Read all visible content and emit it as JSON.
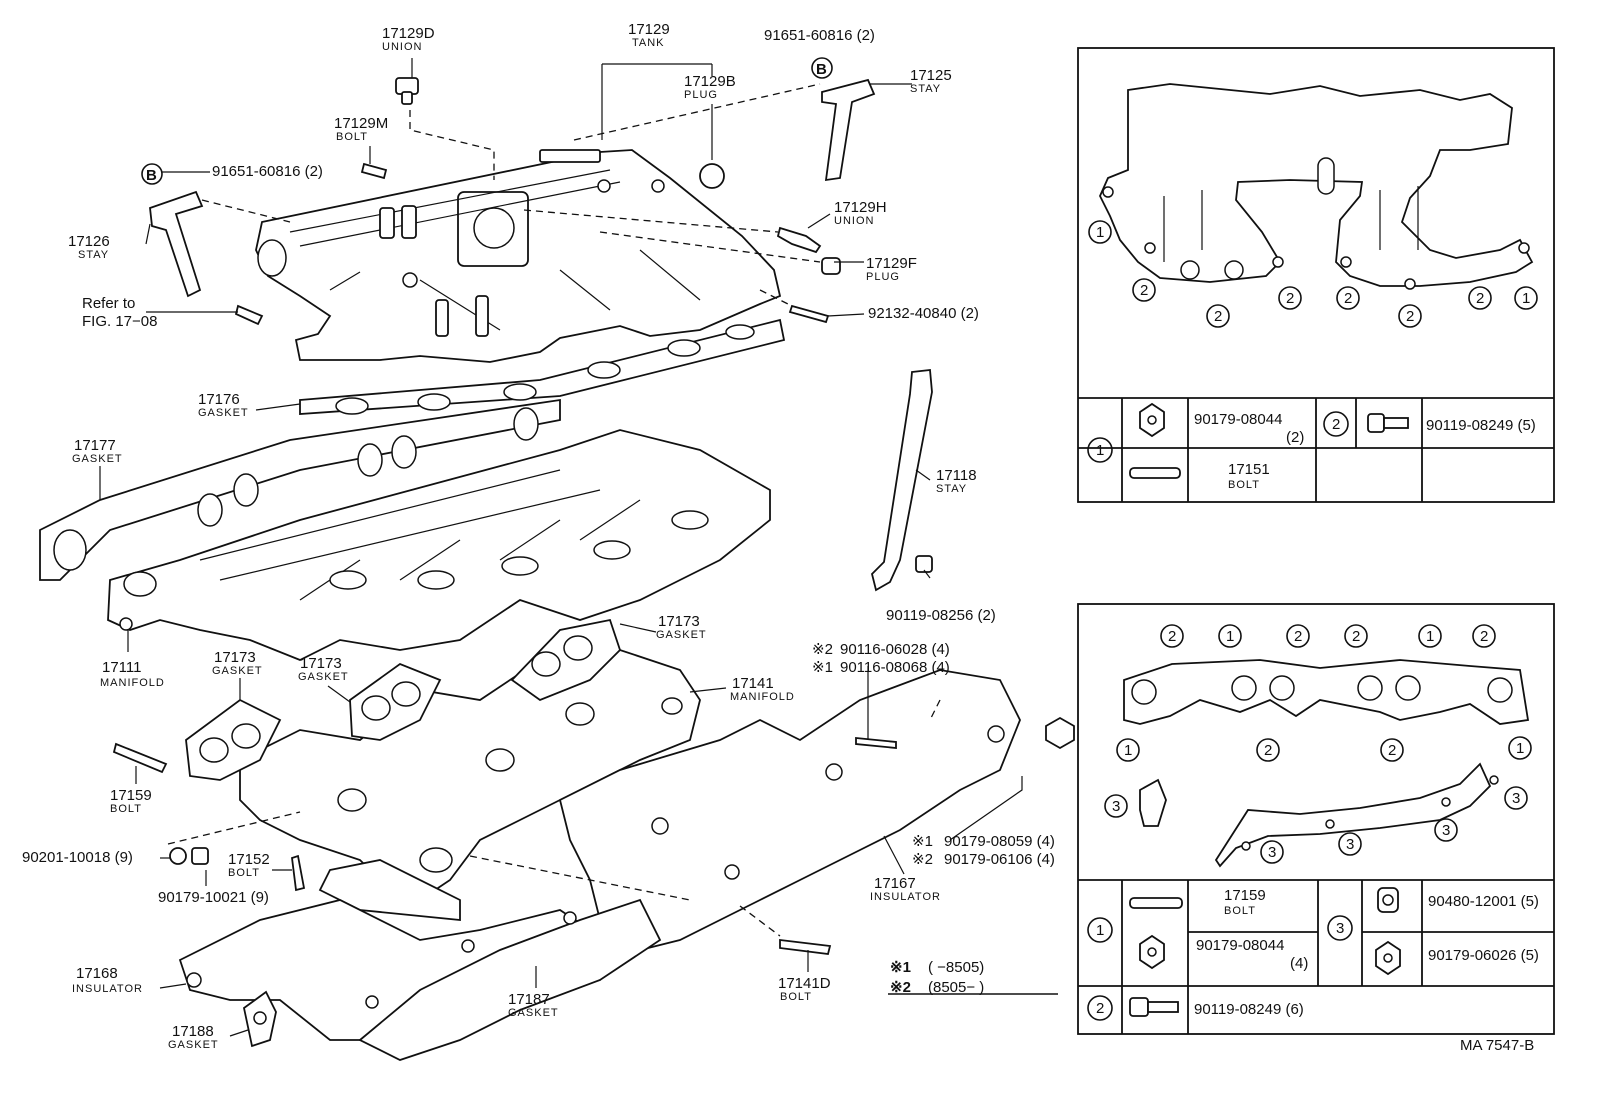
{
  "title_code": "MA 7547-B",
  "callouts": {
    "union_17129d": {
      "number": "17129D",
      "name": "UNION"
    },
    "tank_17129": {
      "number": "17129",
      "name": "TANK"
    },
    "plug_17129b": {
      "number": "17129B",
      "name": "PLUG"
    },
    "bolt_17129m": {
      "number": "17129M",
      "name": "BOLT"
    },
    "stay_17125": {
      "number": "17125",
      "name": "STAY"
    },
    "stay_17126": {
      "number": "17126",
      "name": "STAY"
    },
    "union_17129h": {
      "number": "17129H",
      "name": "UNION"
    },
    "plug_17129f": {
      "number": "17129F",
      "name": "PLUG"
    },
    "gasket_17176": {
      "number": "17176",
      "name": "GASKET"
    },
    "gasket_17177": {
      "number": "17177",
      "name": "GASKET"
    },
    "stay_17118": {
      "number": "17118",
      "name": "STAY"
    },
    "manifold_17111": {
      "number": "17111",
      "name": "MANIFOLD"
    },
    "gasket_17173_a": {
      "number": "17173",
      "name": "GASKET"
    },
    "gasket_17173_b": {
      "number": "17173",
      "name": "GASKET"
    },
    "gasket_17173_c": {
      "number": "17173",
      "name": "GASKET"
    },
    "manifold_17141": {
      "number": "17141",
      "name": "MANIFOLD"
    },
    "bolt_17159": {
      "number": "17159",
      "name": "BOLT"
    },
    "bolt_17152": {
      "number": "17152",
      "name": "BOLT"
    },
    "insulator_17167": {
      "number": "17167",
      "name": "INSULATOR"
    },
    "insulator_17168": {
      "number": "17168",
      "name": "INSULATOR"
    },
    "gasket_17187": {
      "number": "17187",
      "name": "GASKET"
    },
    "bolt_17141d": {
      "number": "17141D",
      "name": "BOLT"
    },
    "gasket_17188": {
      "number": "17188",
      "name": "GASKET"
    }
  },
  "part_refs": {
    "p_91651_top": "91651-60816 (2)",
    "p_91651_left": "91651-60816 (2)",
    "p_92132": "92132-40840 (2)",
    "p_90119_08256": "90119-08256 (2)",
    "p_90116_06028": "90116-06028 (4)",
    "p_90116_08068": "90116-08068 (4)",
    "p_90179_08059": "90179-08059 (4)",
    "p_90179_06106": "90179-06106 (4)",
    "p_90201": "90201-10018 (9)",
    "p_90179_10021": "90179-10021 (9)"
  },
  "marks": {
    "b": "B",
    "ref1": "※1",
    "ref2": "※2",
    "asterisk_1": "※1",
    "asterisk_2": "※2"
  },
  "refer_to": {
    "line1": "Refer to",
    "line2": "FIG. 17−08"
  },
  "legend": {
    "row1_mark": "※1",
    "row1_range": "(        −8505)",
    "row2_mark": "※2",
    "row2_range": "(8505−          )"
  },
  "inset_top": {
    "circle_labels": [
      "1",
      "2",
      "2",
      "2",
      "2",
      "2",
      "2",
      "1"
    ],
    "table": {
      "group1": "1",
      "group2": "2",
      "c1_part": "90179-08044",
      "c1_qty": "(2)",
      "c1b_part": "17151",
      "c1b_name": "BOLT",
      "c2_part": "90119-08249 (5)"
    }
  },
  "inset_bottom": {
    "top_labels": [
      "2",
      "1",
      "2",
      "2",
      "1",
      "2"
    ],
    "mid_labels": [
      "1",
      "2",
      "2",
      "1"
    ],
    "low_labels": [
      "3",
      "3",
      "3",
      "3",
      "3"
    ],
    "table": {
      "g1": "1",
      "g2": "2",
      "g3": "3",
      "r1_part": "17159",
      "r1_name": "BOLT",
      "r2_part": "90179-08044",
      "r2_qty": "(4)",
      "r3_part": "90119-08249 (6)",
      "s1_part": "90480-12001 (5)",
      "s2_part": "90179-06026 (5)"
    }
  }
}
